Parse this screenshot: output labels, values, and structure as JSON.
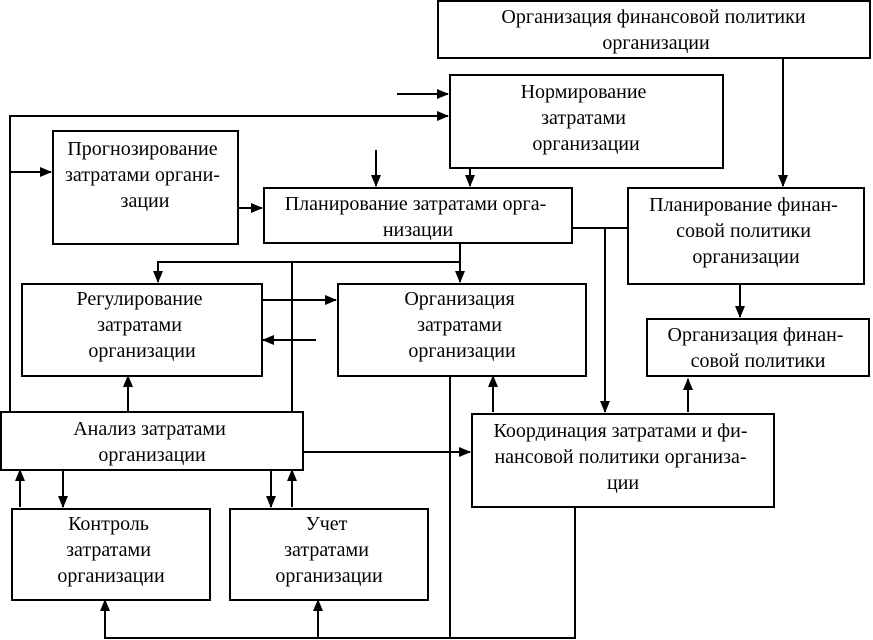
{
  "boxes": {
    "org_fin_policy_top": [
      "Организация финансовой политики",
      "организации"
    ],
    "norming": [
      "Нормирование",
      "затратами",
      "организации"
    ],
    "forecasting": [
      "Прогнозирование",
      "затратами органи-",
      "зации"
    ],
    "planning_costs": [
      "Планирование затратами орга-",
      "низации"
    ],
    "planning_fin": [
      "Планирование финан-",
      "совой политики",
      "организации"
    ],
    "regulation": [
      "Регулирование",
      "затратами",
      "организации"
    ],
    "organization_costs": [
      "Организация",
      "затратами",
      "организации"
    ],
    "org_fin_policy": [
      "Организация финан-",
      "совой политики"
    ],
    "analysis": [
      "Анализ затратами",
      "организации"
    ],
    "coordination": [
      "Координация затратами и фи-",
      "нансовой политики организа-",
      "ции"
    ],
    "control": [
      "Контроль",
      "затратами",
      "организации"
    ],
    "accounting": [
      "Учет",
      "затратами",
      "организации"
    ]
  },
  "colors": {
    "stroke": "#000000",
    "background": "#ffffff"
  }
}
